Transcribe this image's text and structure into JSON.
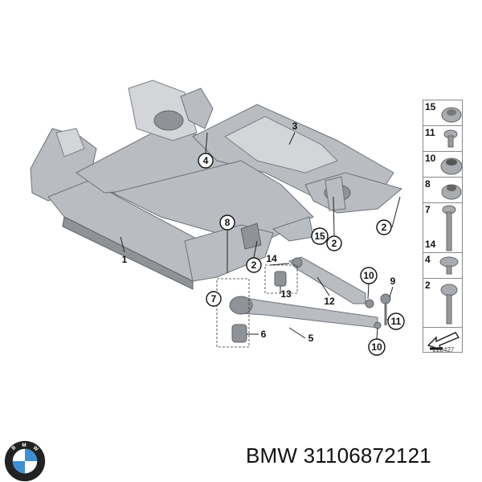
{
  "diagram": {
    "callouts": [
      {
        "num": "1",
        "style": "plain"
      },
      {
        "num": "2",
        "style": "circle"
      },
      {
        "num": "2",
        "style": "circle"
      },
      {
        "num": "2",
        "style": "circle"
      },
      {
        "num": "3",
        "style": "plain"
      },
      {
        "num": "4",
        "style": "circle"
      },
      {
        "num": "5",
        "style": "plain"
      },
      {
        "num": "6",
        "style": "plain"
      },
      {
        "num": "7",
        "style": "circle"
      },
      {
        "num": "8",
        "style": "circle"
      },
      {
        "num": "9",
        "style": "plain"
      },
      {
        "num": "10",
        "style": "circle"
      },
      {
        "num": "10",
        "style": "circle"
      },
      {
        "num": "11",
        "style": "circle"
      },
      {
        "num": "12",
        "style": "plain"
      },
      {
        "num": "13",
        "style": "plain"
      },
      {
        "num": "14",
        "style": "plain"
      },
      {
        "num": "15",
        "style": "circle"
      }
    ],
    "legend": [
      "15",
      "11",
      "10",
      "8",
      "7",
      "14",
      "4",
      "2"
    ],
    "drawing_number": "228427"
  },
  "footer": {
    "title": "BMW 31106872121",
    "logo_text": "BMW"
  }
}
